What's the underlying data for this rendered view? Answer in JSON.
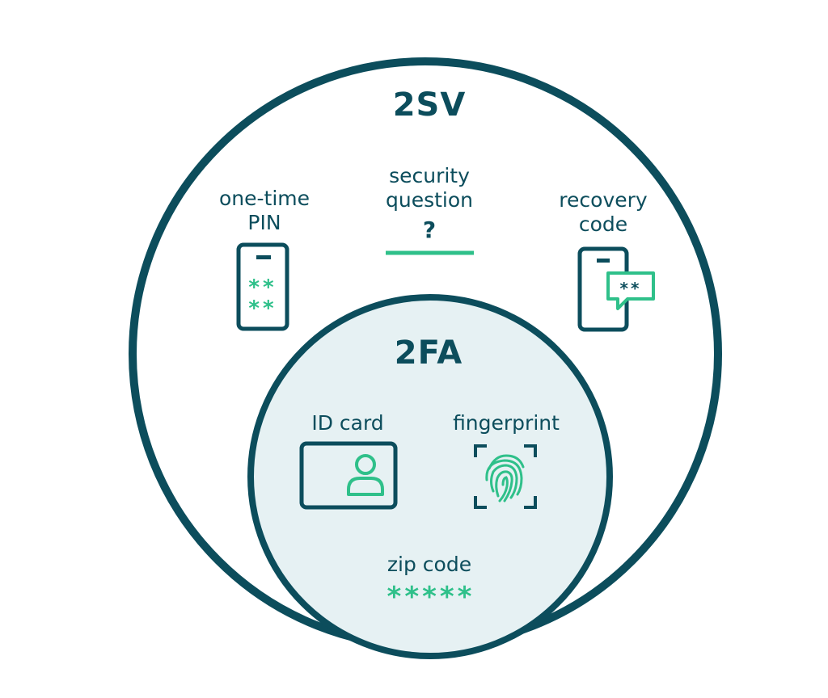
{
  "outer": {
    "title": "2SV"
  },
  "inner": {
    "title": "2FA"
  },
  "items": {
    "one_time_pin": {
      "label": "one-time\nPIN",
      "code": "**\n**"
    },
    "security_question": {
      "label": "security\nquestion",
      "mark": "?"
    },
    "recovery_code": {
      "label": "recovery\ncode",
      "code": "**"
    },
    "id_card": {
      "label": "ID card"
    },
    "fingerprint": {
      "label": "fingerprint"
    },
    "zip_code": {
      "label": "zip code",
      "mask": "*****"
    }
  },
  "colors": {
    "dark_teal": "#0c4d5c",
    "accent_green": "#2fc08a",
    "inner_fill": "#e6f1f3",
    "background": "#ffffff"
  },
  "icons": [
    "phone-icon",
    "chat-bubble-icon",
    "id-card-icon",
    "person-icon",
    "fingerprint-icon"
  ]
}
